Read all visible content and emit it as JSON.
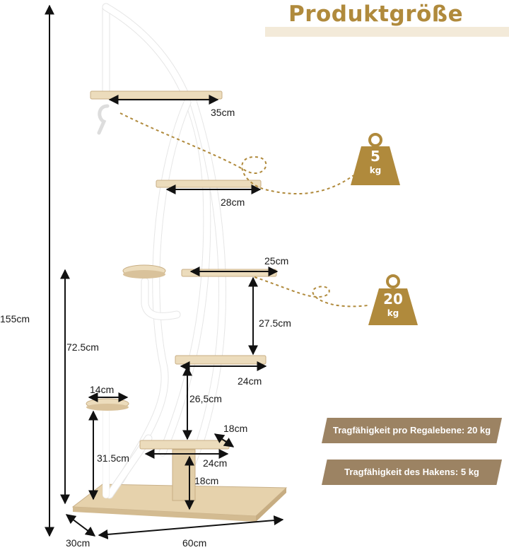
{
  "title": "Produktgröße",
  "colors": {
    "accent": "#b08a3c",
    "frame": "#ffffff",
    "wood": "#e8d7b8",
    "banner": "#9c8363"
  },
  "dimensions": {
    "total_height": "155cm",
    "lower_height": "72.5cm",
    "shelf_1": "35cm",
    "shelf_2": "28cm",
    "shelf_3": "25cm",
    "gap_3_4": "27.5cm",
    "shelf_4": "24cm",
    "gap_4_5": "26,5cm",
    "side_tray": "14cm",
    "side_tray_height": "31.5cm",
    "shelf_5_depth": "18cm",
    "shelf_5": "24cm",
    "bottom_gap": "18cm",
    "base_depth": "30cm",
    "base_width": "60cm"
  },
  "weights": {
    "hook": {
      "value": "5",
      "unit": "kg"
    },
    "shelf": {
      "value": "20",
      "unit": "kg"
    }
  },
  "capacity": {
    "per_shelf": "Tragfähigkeit pro Regalebene: 20 kg",
    "hook": "Tragfähigkeit des Hakens: 5 kg"
  }
}
